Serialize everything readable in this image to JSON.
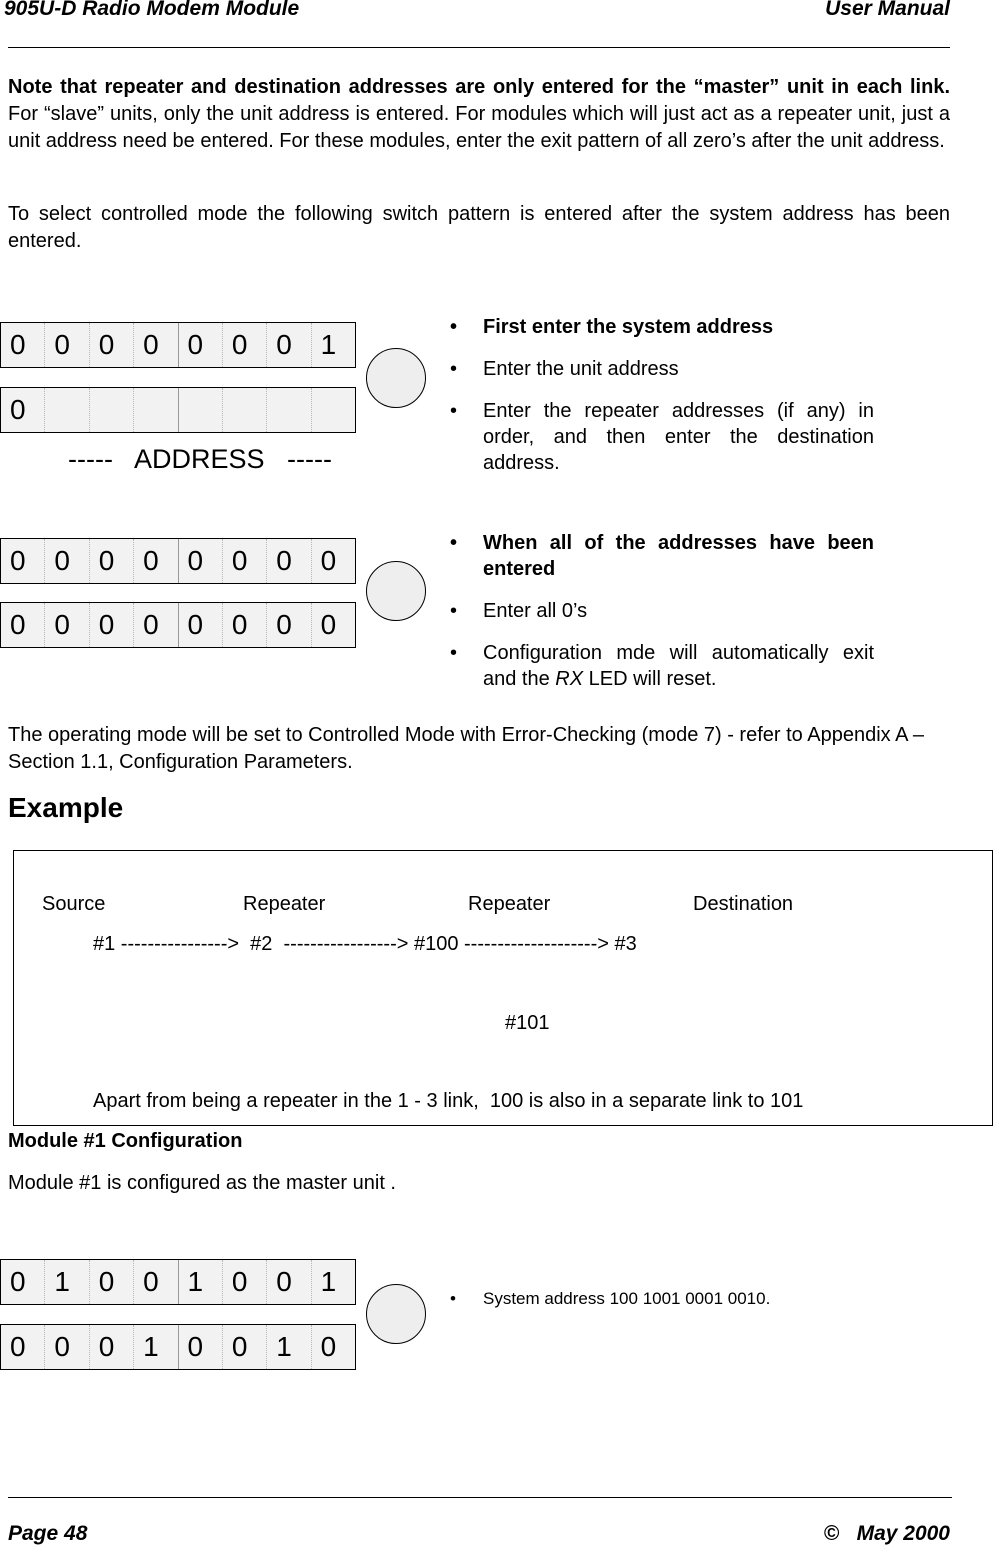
{
  "header": {
    "left": "905U-D Radio Modem  Module",
    "right": "User Manual"
  },
  "intro": {
    "bold": "Note that repeater and destination addresses are only entered for the “master” unit in each link.",
    "rest": "  For “slave” units,  only the unit address is entered.  For modules which will just act as a repeater unit,  just a unit address need be entered. For these modules,  enter the exit pattern of all zero’s after the unit address."
  },
  "intro2": "To select controlled mode the following switch pattern is entered after the system address has been entered.",
  "diagram1": {
    "row1": [
      "0",
      "0",
      "0",
      "0",
      "0",
      "0",
      "0",
      "1"
    ],
    "row2": [
      "0",
      "",
      "",
      "",
      "",
      "",
      "",
      ""
    ],
    "caption": "-----   ADDRESS   -----",
    "bullets": [
      {
        "text": "First enter the system address",
        "bold": true
      },
      {
        "text": "Enter the unit address",
        "bold": false
      },
      {
        "text": "Enter the repeater addresses (if any) in order,   and then enter the destination address.",
        "bold": false
      }
    ]
  },
  "diagram2": {
    "row1": [
      "0",
      "0",
      "0",
      "0",
      "0",
      "0",
      "0",
      "0"
    ],
    "row2": [
      "0",
      "0",
      "0",
      "0",
      "0",
      "0",
      "0",
      "0"
    ],
    "bullets": [
      {
        "text": "When all of the addresses have been entered",
        "bold": true
      },
      {
        "text": "Enter all 0’s",
        "bold": false
      }
    ],
    "last_bullet_pre": "Configuration mde will automatically exit and the ",
    "last_bullet_em": "RX",
    "last_bullet_post": " LED will reset."
  },
  "mode_text": "The operating mode will be set to Controlled Mode with Error-Checking (mode 7)  -  refer to Appendix A – Section 1.1, Configuration Parameters.",
  "example": {
    "heading": "Example",
    "col_source": "Source",
    "col_repeater1": "Repeater",
    "col_repeater2": "Repeater",
    "col_destination": "Destination",
    "path_line": "#1 ---------------->  #2  -----------------> #100 --------------------> #3",
    "branch": "#101",
    "note": "Apart from being a repeater in the 1 - 3 link,  100 is also in a separate link to 101"
  },
  "module1": {
    "heading": "Module #1 Configuration",
    "text": "Module #1 is configured as the master unit .",
    "row1": [
      "0",
      "1",
      "0",
      "0",
      "1",
      "0",
      "0",
      "1"
    ],
    "row2": [
      "0",
      "0",
      "0",
      "1",
      "0",
      "0",
      "1",
      "0"
    ],
    "bullet": "System address  100 1001 0001 0010."
  },
  "footer": {
    "left": "Page 48",
    "right": "©   May 2000"
  }
}
